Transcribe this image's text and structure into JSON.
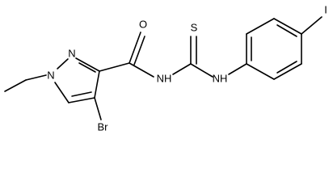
{
  "structure": {
    "atoms": {
      "n1": "N",
      "n2": "N",
      "o": "O",
      "s": "S",
      "nh1": "NH",
      "nh2": "NH",
      "br": "Br",
      "i": "I"
    },
    "colors": {
      "bond": "#000000",
      "label": "#000000",
      "background": "#ffffff"
    }
  }
}
